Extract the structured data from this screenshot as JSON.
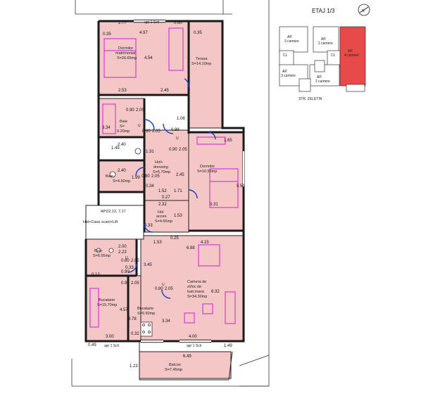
{
  "colors": {
    "room_fill": "#f4c6c6",
    "wall": "#222222",
    "furniture": "#d63ad6",
    "door": "#1a3cc8",
    "highlight": "#e84a4a",
    "bg": "#ffffff"
  },
  "rooms": {
    "dormitor1": [
      "Dormitor",
      "matrimonial",
      "S=26.65mp"
    ],
    "terasa": [
      "Terasa",
      "S=14.10mp"
    ],
    "baie1": [
      "Baie",
      "S=",
      "9.20mp"
    ],
    "baie2": [
      "Baie",
      "S=4.50mp"
    ],
    "dressing": [
      "Hol+",
      "dressing",
      "S=5.70mp"
    ],
    "dormitor2": [
      "Dormitor",
      "S=16.55mp"
    ],
    "hol": [
      "Hol",
      "acces",
      "S=4.65mp"
    ],
    "baie3": [
      "Baie",
      "S=6.55mp"
    ],
    "bucatarie1": [
      "Bucatarie",
      "S=15.70mp"
    ],
    "bucatarie2": [
      "Bucatarie",
      "S=6.50mp"
    ],
    "camera": [
      "Camera de",
      "zi/loc de",
      "luat masa",
      "S=34.30mp"
    ],
    "balcon": [
      "Balcon",
      "S=7.45mp"
    ]
  },
  "labels": {
    "apartment_ref": "AP.02,12, 7,17",
    "lift_hall": "Hol+Casa scarii+Lift",
    "window_a": "apr 1 Sch",
    "window_b": "apr 1 Sch",
    "window_c": "apr 1 Sch",
    "ceiling_a": "U",
    "ceiling_b": "U",
    "ceiling_c": "U",
    "ceiling_d": "U"
  },
  "dimensions": {
    "d1": "2.77",
    "d2": "0.60",
    "d3": "0.35",
    "d4": "4.97",
    "d5": "0.35",
    "d6": "4.54",
    "d7": "2.53",
    "d8": "2.45",
    "d9": "0.90",
    "d10": "2.05",
    "d11": "1.06",
    "d12": "3.34",
    "d13": "0.90",
    "d14": "2.05",
    "d15": "0.98",
    "d16": "1.49",
    "d17": "2.40",
    "d18": "1.31",
    "d19": "0.90",
    "d20": "2.05",
    "d21": "1.65",
    "d22": "2.40",
    "d23": "1.99",
    "d24": "0.80",
    "d25": "2.05",
    "d26": "2.45",
    "d27": "5.56",
    "d28": "0.34",
    "d29": "1.52",
    "d30": "1.71",
    "d31": "0.27",
    "d32": "2.32",
    "d33": "3.31",
    "d34": "1.53",
    "d35": "5.33",
    "d36": "1.53",
    "d37": "0.25",
    "d38": "4.15",
    "d39": "6.88",
    "d40": "2.00",
    "d41": "2.23",
    "d42": "0.80",
    "d43": "2.05",
    "d44": "0.33",
    "d45": "3.45",
    "d46": "0.12",
    "d47": "0.90",
    "d48": "2.05",
    "d49": "0.80",
    "d50": "2.05",
    "d51": "6.32",
    "d52": "4.57",
    "d53": "3.78",
    "d54": "3.34",
    "d55": "3.00",
    "d56": "0.32",
    "d57": "4.00",
    "d58": "0.49",
    "d59": "1.49",
    "d60": "6.49",
    "d61": "1.23",
    "d62": "0.90"
  },
  "keyplan": {
    "title": "ETAJ 1/3",
    "street": "STR. ZELETIN",
    "north": "N",
    "units": [
      {
        "line1": "AP.",
        "line2": "3 camere"
      },
      {
        "line1": "AP.",
        "line2": "2 camere"
      },
      {
        "line1": "AP.",
        "line2": "4 camere"
      },
      {
        "line1": "AP.",
        "line2": "3 camere"
      },
      {
        "line1": "AP.",
        "line2": "2 camere"
      }
    ],
    "cl_a": "CL",
    "cl_b": "CL"
  }
}
